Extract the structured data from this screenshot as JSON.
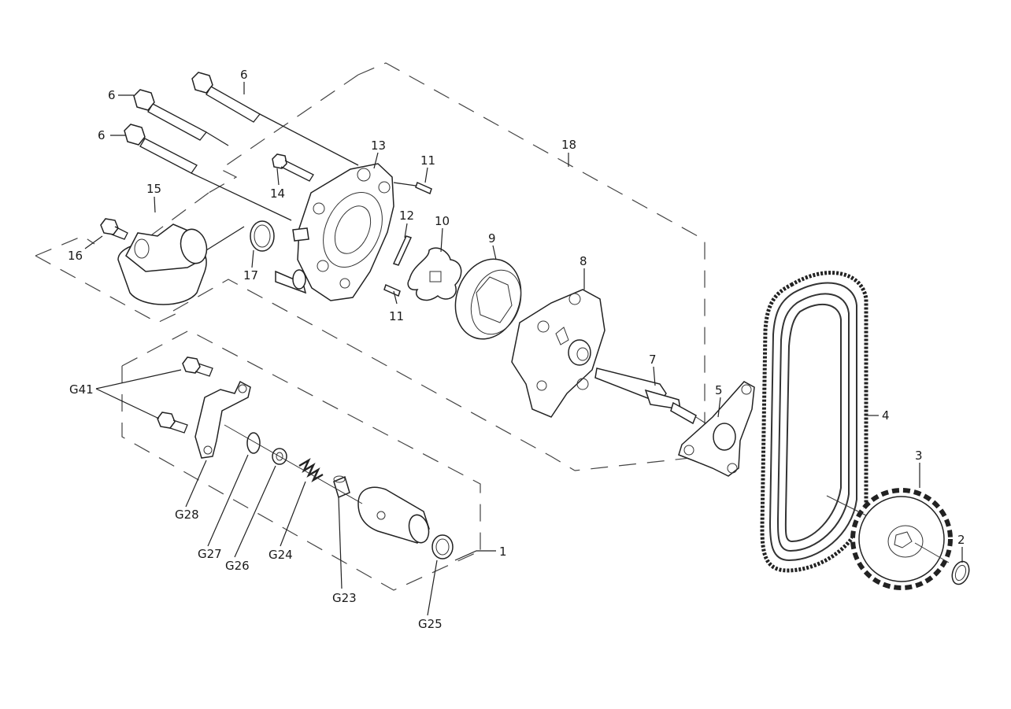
{
  "diagram": {
    "callouts": [
      {
        "id": "c6a",
        "text": "6"
      },
      {
        "id": "c6b",
        "text": "6"
      },
      {
        "id": "c6c",
        "text": "6"
      },
      {
        "id": "c13",
        "text": "13"
      },
      {
        "id": "c18",
        "text": "18"
      },
      {
        "id": "c11a",
        "text": "11"
      },
      {
        "id": "c14",
        "text": "14"
      },
      {
        "id": "c15",
        "text": "15"
      },
      {
        "id": "c12",
        "text": "12"
      },
      {
        "id": "c10",
        "text": "10"
      },
      {
        "id": "c9",
        "text": "9"
      },
      {
        "id": "c8",
        "text": "8"
      },
      {
        "id": "c16",
        "text": "16"
      },
      {
        "id": "c17",
        "text": "17"
      },
      {
        "id": "c11b",
        "text": "11"
      },
      {
        "id": "c7",
        "text": "7"
      },
      {
        "id": "c5",
        "text": "5"
      },
      {
        "id": "c4",
        "text": "4"
      },
      {
        "id": "c3",
        "text": "3"
      },
      {
        "id": "c2",
        "text": "2"
      },
      {
        "id": "c1",
        "text": "1"
      },
      {
        "id": "cG41",
        "text": "G41"
      },
      {
        "id": "cG28",
        "text": "G28"
      },
      {
        "id": "cG27",
        "text": "G27"
      },
      {
        "id": "cG26",
        "text": "G26"
      },
      {
        "id": "cG24",
        "text": "G24"
      },
      {
        "id": "cG23",
        "text": "G23"
      },
      {
        "id": "cG25",
        "text": "G25"
      }
    ]
  }
}
